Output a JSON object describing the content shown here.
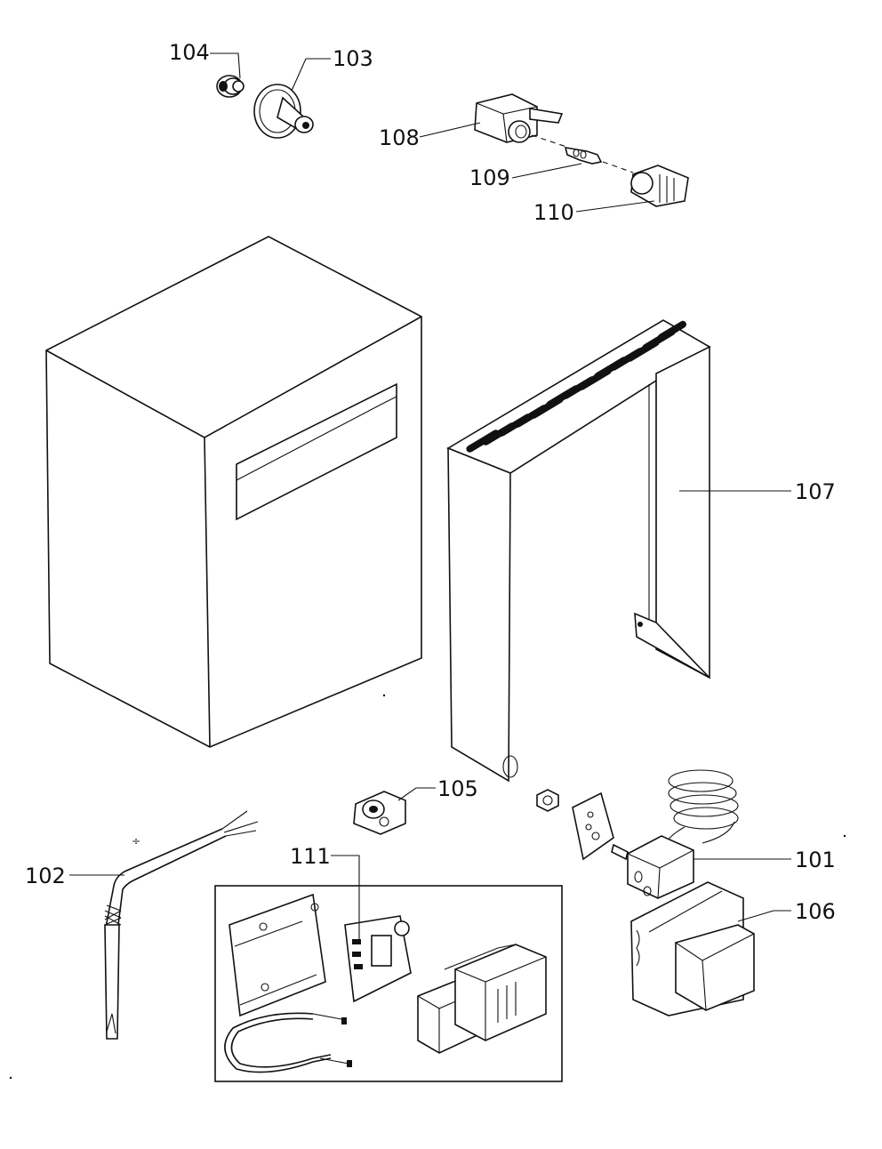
{
  "callouts": {
    "c101": "101",
    "c102": "102",
    "c103": "103",
    "c104": "104",
    "c105": "105",
    "c106": "106",
    "c107": "107",
    "c108": "108",
    "c109": "109",
    "c110": "110",
    "c111": "111"
  },
  "colors": {
    "ink": "#111111",
    "paper": "#ffffff"
  }
}
